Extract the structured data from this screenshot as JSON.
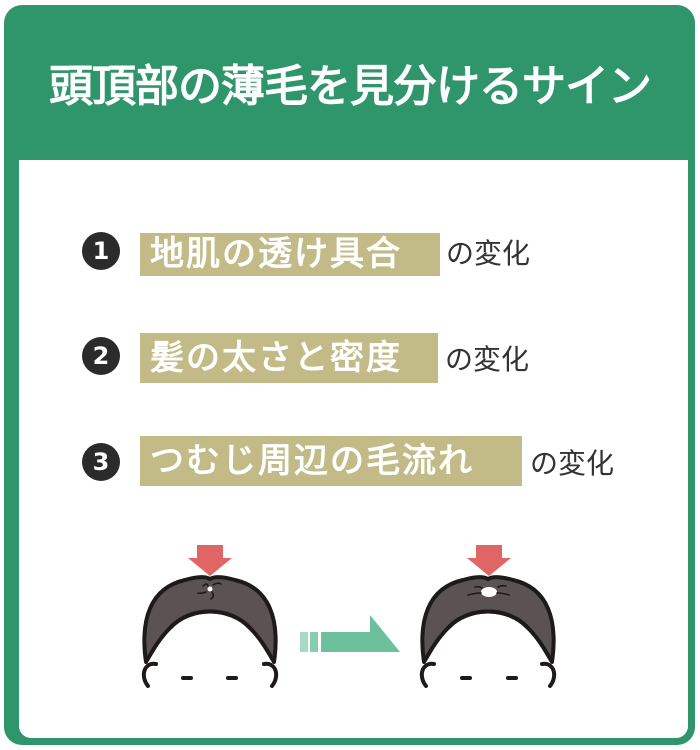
{
  "title": "頭頂部の薄毛を見分けるサイン",
  "colors": {
    "frame_green": "#2f956a",
    "highlight": "#c2ba87",
    "number_badge": "#2b2b2b",
    "pointer_arrow": "#e06666",
    "progress_arrow": "#6cc19c",
    "hair": "#5b5353"
  },
  "items": [
    {
      "number": "1",
      "highlight": "地肌の透け具合",
      "suffix": "の変化"
    },
    {
      "number": "2",
      "highlight": "髪の太さと密度",
      "suffix": "の変化"
    },
    {
      "number": "3",
      "highlight": "つむじ周辺の毛流れ",
      "suffix": "の変化"
    }
  ],
  "illustration": {
    "before": {
      "label": "head-with-normal-crown",
      "icon": "head-icon"
    },
    "transition": {
      "icon": "arrow-right-icon"
    },
    "after": {
      "label": "head-with-thinning-crown",
      "icon": "head-icon"
    }
  }
}
